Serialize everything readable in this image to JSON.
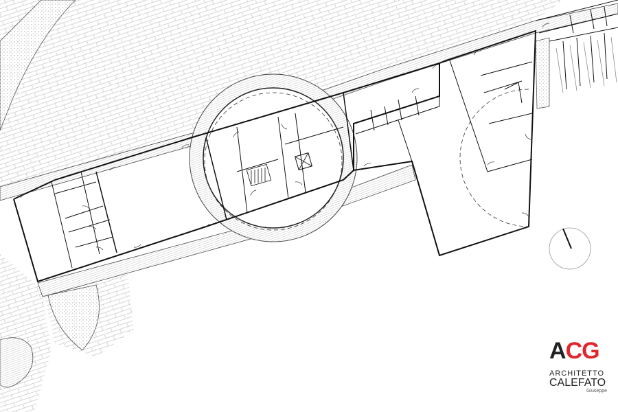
{
  "logo": {
    "mark_dark": "A",
    "mark_red": "CG",
    "line1": "ARCHITETTO",
    "line2": "CALEFATO",
    "line3": "Giuseppe",
    "accent_color": "#e0262b"
  }
}
